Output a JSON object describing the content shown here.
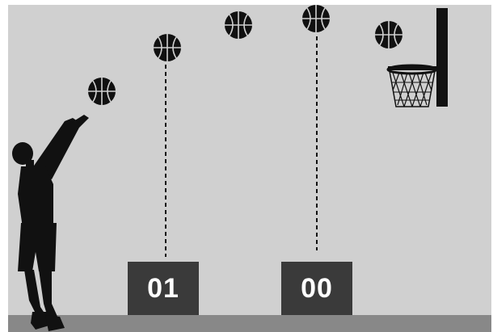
{
  "counters": [
    {
      "value": "01"
    },
    {
      "value": "00"
    }
  ],
  "icons": {
    "player": "basketball-player-silhouette",
    "ball": "basketball-icon",
    "hoop": "basketball-hoop-icon"
  },
  "colors": {
    "wall": "#d0d0d0",
    "floor": "#888888",
    "counter_bg": "#3a3a3a",
    "counter_text": "#ffffff",
    "silhouette": "#111111"
  }
}
